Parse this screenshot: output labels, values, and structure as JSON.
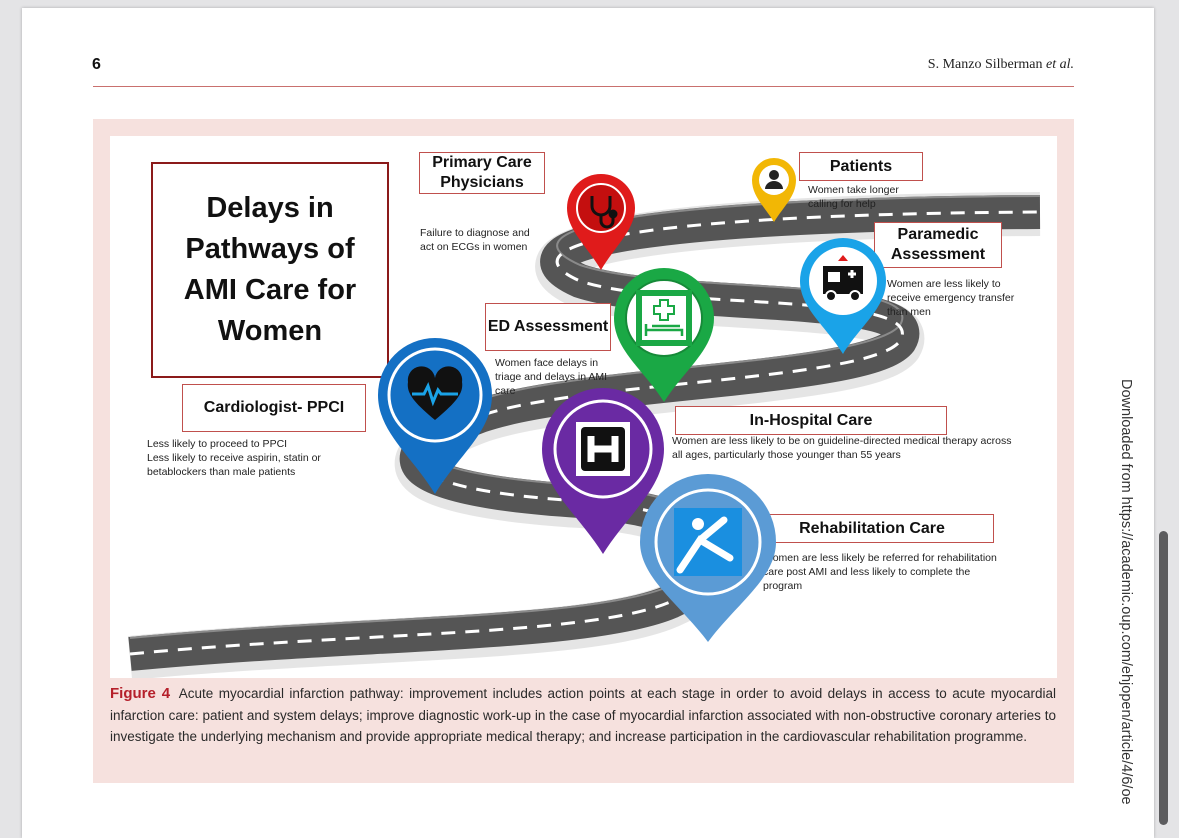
{
  "page": {
    "number": "6",
    "running_head_author": "S. Manzo Silberman",
    "running_head_etal": "et al."
  },
  "figure": {
    "title": "Delays in Pathways of AMI Care for Women",
    "stages": [
      {
        "label": "Primary Care Physicians",
        "text": "Failure to diagnose and act on ECGs in women",
        "color": "#e01b1b",
        "icon": "stethoscope-icon"
      },
      {
        "label": "Patients",
        "text": "Women take longer calling for help",
        "color": "#f2b705",
        "icon": "person-icon"
      },
      {
        "label": "Paramedic Assessment",
        "text": "Women are less likely to receive emergency transfer than men",
        "color": "#1aa3e8",
        "icon": "ambulance-icon"
      },
      {
        "label": "ED Assessment",
        "text": "Women face delays in triage and delays in AMI care",
        "color": "#1aa845",
        "icon": "hospital-bed-icon"
      },
      {
        "label": "Cardiologist- PPCI",
        "text": "Less likely to proceed to PPCI\nLess likely to receive aspirin, statin or betablockers than male patients",
        "color": "#1470c4",
        "icon": "heart-ecg-icon"
      },
      {
        "label": "In-Hospital Care",
        "text": "Women are less likely to be on guideline-directed medical therapy across all ages, particularly those younger than 55 years",
        "color": "#6a2aa3",
        "icon": "hospital-h-icon"
      },
      {
        "label": "Rehabilitation Care",
        "text": "Women are less likely be referred for rehabilitation care post AMI and less likely to complete the program",
        "color": "#5b9bd5",
        "icon": "stretching-person-icon"
      }
    ],
    "caption_label": "Figure 4",
    "caption_text": "Acute myocardial infarction pathway: improvement includes action points at each stage in order to avoid delays in access to acute myocardial infarction care: patient and system delays; improve diagnostic work-up in the case of myocardial infarction associated with non-obstructive coronary arteries to investigate the underlying mechanism and provide appropriate medical therapy; and increase participation in the cardiovascular rehabilitation programme."
  },
  "side_note": "Downloaded from https://academic.oup.com/ehjopen/article/4/6/oe",
  "colors": {
    "accent": "#b5202b",
    "rule": "#c9706e",
    "figure_bg": "#f6e1de"
  }
}
